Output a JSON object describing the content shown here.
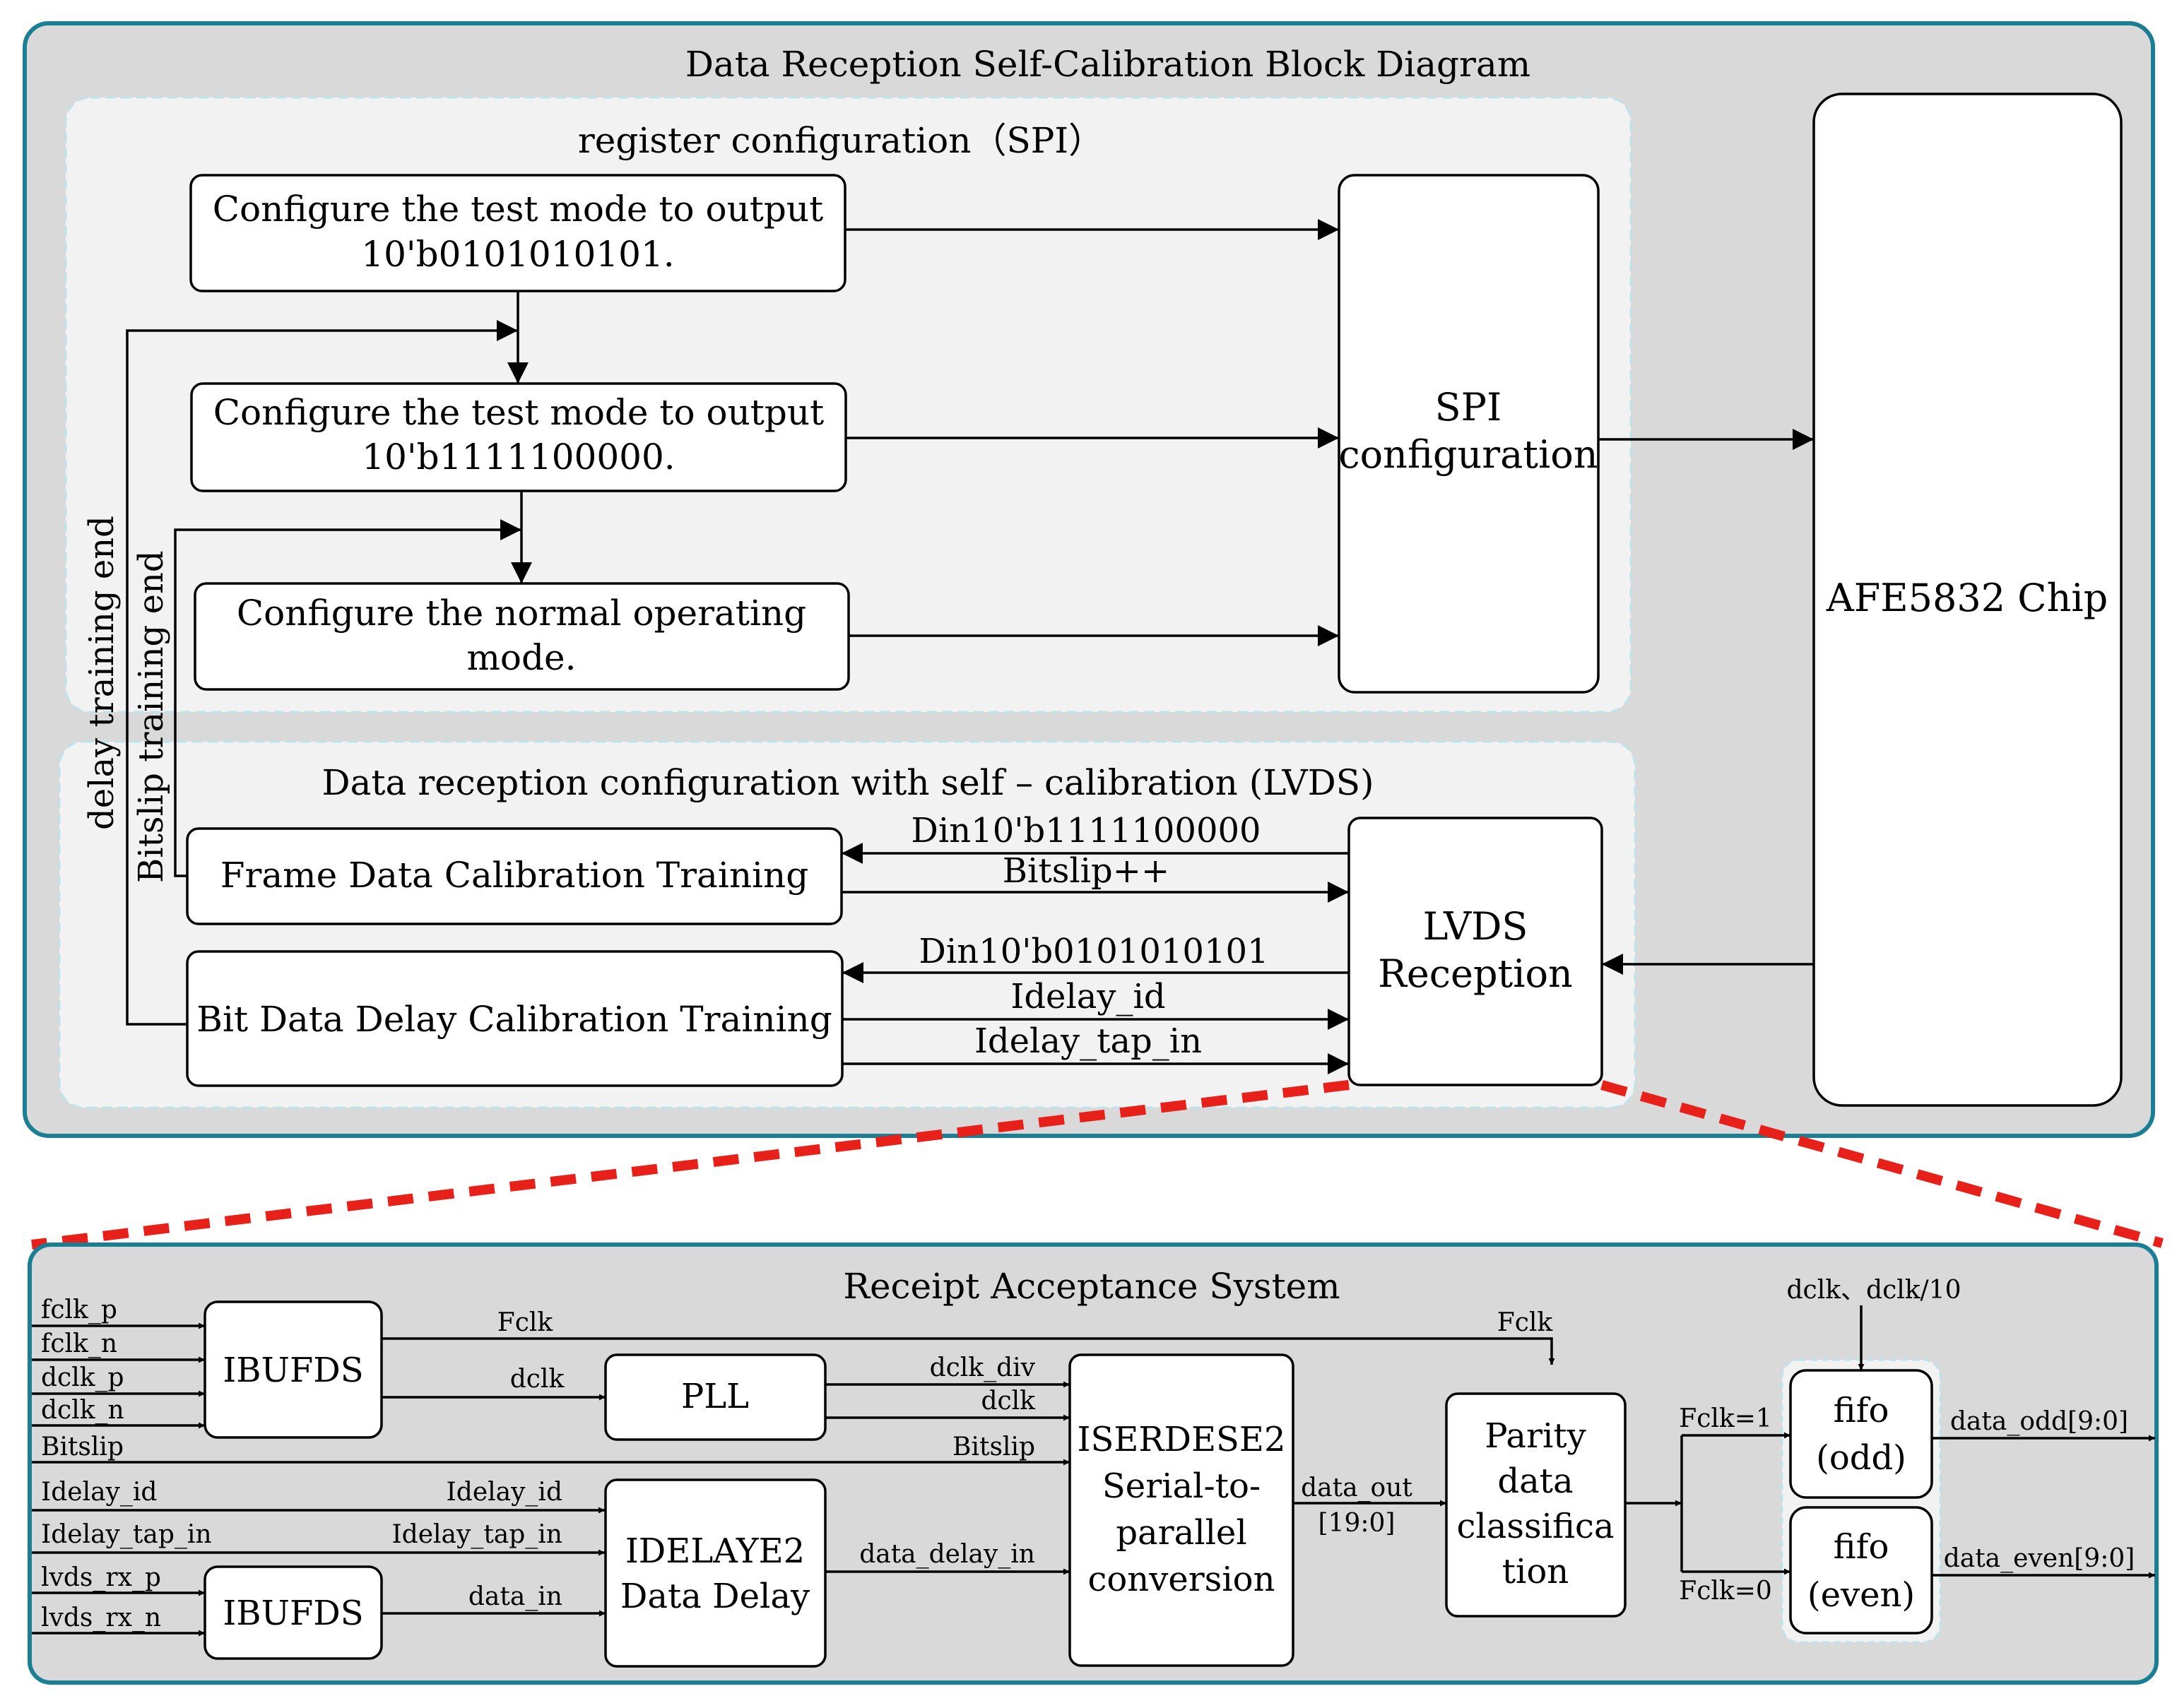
{
  "top": {
    "title": "Data Reception Self-Calibration Block Diagram",
    "spi_section_title": "register configuration（SPI）",
    "lvds_section_title": "Data reception configuration with self – calibration (LVDS)",
    "step1": [
      "Configure the test mode to output",
      "10'b0101010101."
    ],
    "step2": [
      "Configure the test mode to output",
      "10'b1111100000."
    ],
    "step3": [
      "Configure the normal operating",
      "mode."
    ],
    "spi_config": [
      "SPI",
      "configuration"
    ],
    "afe_chip": "AFE5832 Chip",
    "frame_training": "Frame Data Calibration Training",
    "bit_training": "Bit Data Delay Calibration Training",
    "lvds_reception": [
      "LVDS",
      "Reception"
    ],
    "delay_training_end": "delay training end",
    "bitslip_training_end": "Bitslip training end",
    "din_frame": "Din10'b1111100000",
    "bitslip_pp": "Bitslip++",
    "din_bit": "Din10'b0101010101",
    "idelay_id": "Idelay_id",
    "idelay_tap_in": "Idelay_tap_in"
  },
  "bottom": {
    "title": "Receipt Acceptance System",
    "inputs": [
      "fclk_p",
      "fclk_n",
      "dclk_p",
      "dclk_n",
      "Bitslip",
      "Idelay_id",
      "Idelay_tap_in",
      "lvds_rx_p",
      "lvds_rx_n"
    ],
    "ibufds1": "IBUFDS",
    "ibufds2": "IBUFDS",
    "pll": "PLL",
    "idelay": [
      "IDELAYE2",
      "Data Delay"
    ],
    "iserdes": [
      "ISERDESE2",
      "Serial-to-",
      "parallel",
      "conversion"
    ],
    "parity": [
      "Parity",
      "data",
      "classifica",
      "tion"
    ],
    "fifo_odd": [
      "fifo",
      "(odd)"
    ],
    "fifo_even": [
      "fifo",
      "(even)"
    ],
    "fclk_label_left": "Fclk",
    "fclk_label_right": "Fclk",
    "dclk_label": "dclk",
    "dclk_div_label": "dclk_div",
    "dclk_label2": "dclk",
    "bitslip_label": "Bitslip",
    "idelay_id_label": "Idelay_id",
    "idelay_tap_label": "Idelay_tap_in",
    "data_in_label": "data_in",
    "data_delay_label": "data_delay_in",
    "data_out_label": [
      "data_out",
      "[19:0]"
    ],
    "fclk1": "Fclk=1",
    "fclk0": "Fclk=0",
    "dclk_clocks": "dclk、dclk/10",
    "data_odd": "data_odd[9:0]",
    "data_even": "data_even[9:0]"
  }
}
